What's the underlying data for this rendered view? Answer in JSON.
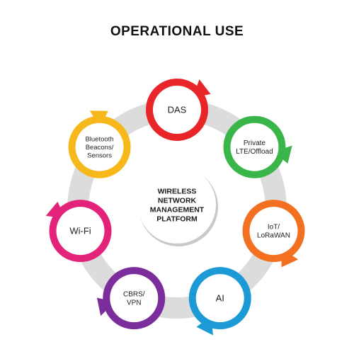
{
  "title": "OPERATIONAL USE",
  "center": {
    "lines": [
      "WIRELESS",
      "NETWORK",
      "MANAGEMENT",
      "PLATFORM"
    ]
  },
  "colors": {
    "ring": "#dcdcdc",
    "center_shadow": "#c9c9c9"
  },
  "nodes": [
    {
      "id": "das",
      "lines": [
        "DAS"
      ],
      "color": "#e8262a"
    },
    {
      "id": "private-lte",
      "lines": [
        "Private",
        "LTE/Offload"
      ],
      "color": "#3ab54a"
    },
    {
      "id": "iot",
      "lines": [
        "IoT/",
        "LoRaWAN"
      ],
      "color": "#f37021"
    },
    {
      "id": "ai",
      "lines": [
        "AI"
      ],
      "color": "#1b9ad6"
    },
    {
      "id": "cbrs",
      "lines": [
        "CBRS/",
        "VPN"
      ],
      "color": "#7b2d9b"
    },
    {
      "id": "wifi",
      "lines": [
        "Wi-Fi"
      ],
      "color": "#e3237a"
    },
    {
      "id": "bluetooth",
      "lines": [
        "Bluetooth",
        "Beacons/",
        "Sensors"
      ],
      "color": "#f7b81c"
    }
  ]
}
